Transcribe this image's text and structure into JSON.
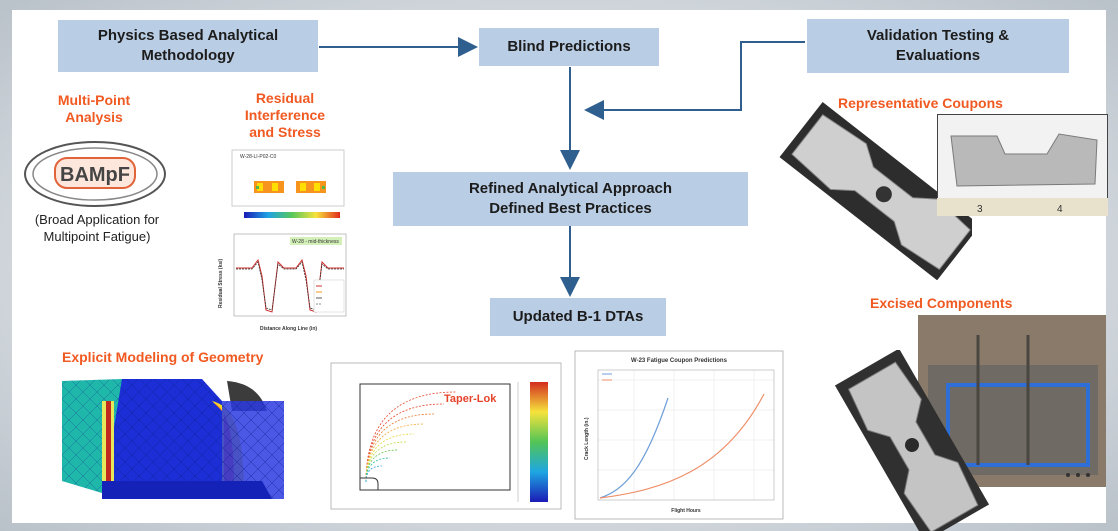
{
  "boxes": {
    "physics": [
      "Physics Based Analytical",
      "Methodology"
    ],
    "blind": "Blind Predictions",
    "validation": [
      "Validation Testing &",
      "Evaluations"
    ],
    "refined": [
      "Refined Analytical Approach",
      "Defined Best Practices"
    ],
    "updated": "Updated B-1 DTAs"
  },
  "labels": {
    "multipoint": [
      "Multi-Point",
      "Analysis"
    ],
    "residual": [
      "Residual",
      "Interference",
      "and Stress"
    ],
    "representative": "Representative Coupons",
    "excised": "Excised Components",
    "explicit": "Explicit Modeling of Geometry"
  },
  "bampf": {
    "logo_text": "BAMpF",
    "caption": [
      "(Broad Application for",
      "Multipoint Fatigue)"
    ]
  },
  "residual_plot": {
    "title": "W-28-LI-P02-C0",
    "ylabel": "Residual Stress (ksi)",
    "xlabel": "Distance Along Line (in)",
    "tag": "W-28 - mid-thickness"
  },
  "taperlok": {
    "label": "Taper-Lok"
  },
  "fatigue_chart": {
    "title": "W-23 Fatigue Coupon Predictions",
    "xlabel": "Flight Hours",
    "ylabel": "Crack Length (in.)"
  },
  "colors": {
    "box_fill": "#b9cde4",
    "arrow": "#2f5f8f",
    "orange": "#f05a22"
  },
  "icons": [
    "bampf-logo",
    "coupon-photo",
    "excised-photo",
    "fem-mesh"
  ]
}
